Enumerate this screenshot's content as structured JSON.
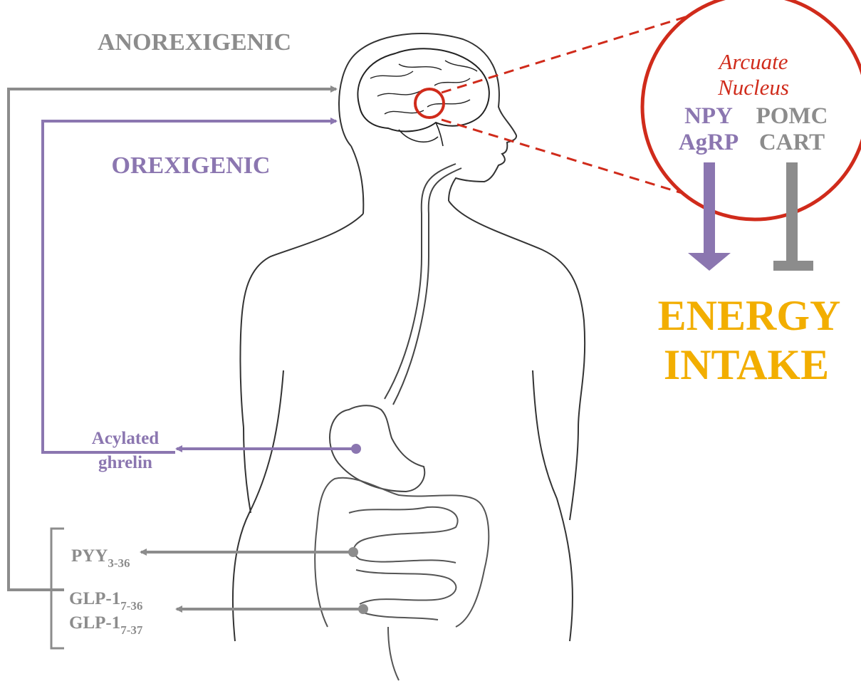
{
  "labels": {
    "anorexigenic": "ANOREXIGENIC",
    "orexigenic": "OREXIGENIC",
    "arcuate_line1": "Arcuate",
    "arcuate_line2": "Nucleus",
    "npy": "NPY",
    "agrp": "AgRP",
    "pomc": "POMC",
    "cart": "CART",
    "energy": "ENERGY",
    "intake": "INTAKE",
    "acylated": "Acylated",
    "ghrelin": "ghrelin",
    "pyy": "PYY",
    "pyy_sub": "3-36",
    "glp1_a": "GLP-1",
    "glp1_a_sub": "7-36",
    "glp1_b": "GLP-1",
    "glp1_b_sub": "7-37"
  },
  "colors": {
    "purple": "#8b76b0",
    "gray": "#8c8c8c",
    "red": "#d02b1b",
    "gold": "#f2ae00",
    "outline": "#333333"
  }
}
